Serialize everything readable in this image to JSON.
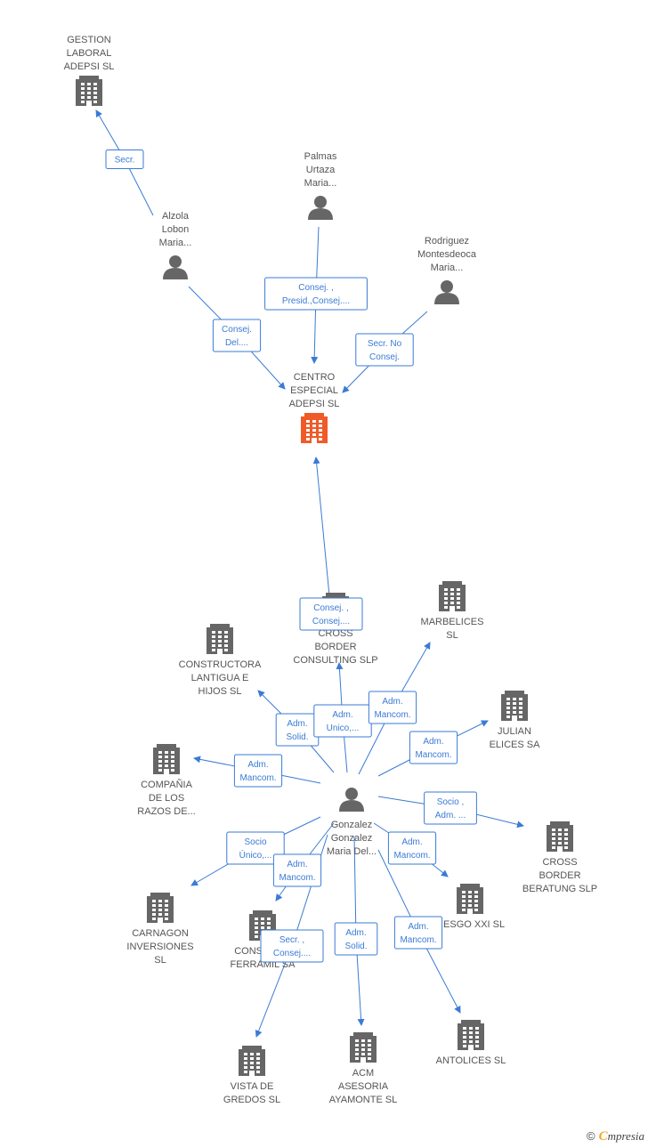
{
  "colors": {
    "edge": "#3a7bd5",
    "node": "#666666",
    "focus": "#f05a28"
  },
  "nodes": [
    {
      "id": "gestion",
      "type": "company",
      "lines": [
        "GESTION",
        "LABORAL",
        "ADEPSI SL"
      ]
    },
    {
      "id": "palmas",
      "type": "person",
      "lines": [
        "Palmas",
        "Urtaza",
        "Maria..."
      ]
    },
    {
      "id": "alzola",
      "type": "person",
      "lines": [
        "Alzola",
        "Lobon",
        "Maria..."
      ]
    },
    {
      "id": "rodriguez",
      "type": "person",
      "lines": [
        "Rodriguez",
        "Montesdeoca",
        "Maria..."
      ]
    },
    {
      "id": "centro",
      "type": "company",
      "focus": true,
      "lines": [
        "CENTRO",
        "ESPECIAL",
        "ADEPSI SL"
      ]
    },
    {
      "id": "marbelices",
      "type": "company",
      "lines": [
        "MARBELICES",
        "SL"
      ]
    },
    {
      "id": "crossconsulting",
      "type": "company",
      "lines": [
        "CROSS",
        "BORDER",
        "CONSULTING SLP"
      ]
    },
    {
      "id": "lantigua",
      "type": "company",
      "lines": [
        "CONSTRUCTORA",
        "LANTIGUA E",
        "HIJOS SL"
      ]
    },
    {
      "id": "julian",
      "type": "company",
      "lines": [
        "JULIAN",
        "ELICES SA"
      ]
    },
    {
      "id": "razos",
      "type": "company",
      "lines": [
        "COMPAÑIA",
        "DE LOS",
        "RAZOS DE..."
      ]
    },
    {
      "id": "gonzalez",
      "type": "person",
      "lines": [
        "Gonzalez",
        "Gonzalez",
        "Maria Del..."
      ]
    },
    {
      "id": "crossberatung",
      "type": "company",
      "lines": [
        "CROSS",
        "BORDER",
        "BERATUNG SLP"
      ]
    },
    {
      "id": "carnagon",
      "type": "company",
      "lines": [
        "CARNAGON",
        "INVERSIONES",
        "SL"
      ]
    },
    {
      "id": "ferramil",
      "type": "company",
      "lines": [
        "CONSTRU...",
        "FERRAMIL SA"
      ]
    },
    {
      "id": "riesgo",
      "type": "company",
      "lines": [
        "...ESGO XXI  SL"
      ]
    },
    {
      "id": "antolices",
      "type": "company",
      "lines": [
        "ANTOLICES SL"
      ]
    },
    {
      "id": "vista",
      "type": "company",
      "lines": [
        "VISTA DE",
        "GREDOS SL"
      ]
    },
    {
      "id": "acm",
      "type": "company",
      "lines": [
        "ACM",
        "ASESORIA",
        "AYAMONTE SL"
      ]
    }
  ],
  "edges": [
    {
      "from": "alzola",
      "to": "gestion",
      "lines": [
        "Secr."
      ]
    },
    {
      "from": "palmas",
      "to": "centro",
      "lines": [
        "Consej. ,",
        "Presid.,Consej...."
      ]
    },
    {
      "from": "alzola",
      "to": "centro",
      "lines": [
        "Consej.",
        "Del...."
      ]
    },
    {
      "from": "rodriguez",
      "to": "centro",
      "lines": [
        "Secr.  No",
        "Consej."
      ]
    },
    {
      "from": "crossconsulting",
      "to": "centro",
      "lines": [
        "Consej. ,",
        "Consej...."
      ]
    },
    {
      "from": "gonzalez",
      "to": "lantigua",
      "lines": [
        "Adm.",
        "Solid."
      ]
    },
    {
      "from": "gonzalez",
      "to": "crossconsulting",
      "lines": [
        "Adm.",
        "Unico,..."
      ]
    },
    {
      "from": "gonzalez",
      "to": "marbelices",
      "lines": [
        "Adm.",
        "Mancom."
      ]
    },
    {
      "from": "gonzalez",
      "to": "julian",
      "lines": [
        "Adm.",
        "Mancom."
      ]
    },
    {
      "from": "gonzalez",
      "to": "razos",
      "lines": [
        "Adm.",
        "Mancom."
      ]
    },
    {
      "from": "gonzalez",
      "to": "crossberatung",
      "lines": [
        "Socio ,",
        "Adm. ..."
      ]
    },
    {
      "from": "gonzalez",
      "to": "carnagon",
      "lines": [
        "Socio",
        "Único,..."
      ]
    },
    {
      "from": "gonzalez",
      "to": "ferramil",
      "lines": [
        "Adm.",
        "Mancom."
      ]
    },
    {
      "from": "gonzalez",
      "to": "riesgo",
      "lines": [
        "Adm.",
        "Mancom."
      ]
    },
    {
      "from": "gonzalez",
      "to": "vista",
      "lines": [
        "Secr. ,",
        "Consej...."
      ]
    },
    {
      "from": "gonzalez",
      "to": "acm",
      "lines": [
        "Adm.",
        "Solid."
      ]
    },
    {
      "from": "gonzalez",
      "to": "antolices",
      "lines": [
        "Adm.",
        "Mancom."
      ]
    }
  ],
  "footer": {
    "copyright": "©",
    "brand_first": "C",
    "brand_rest": "mpresia"
  }
}
